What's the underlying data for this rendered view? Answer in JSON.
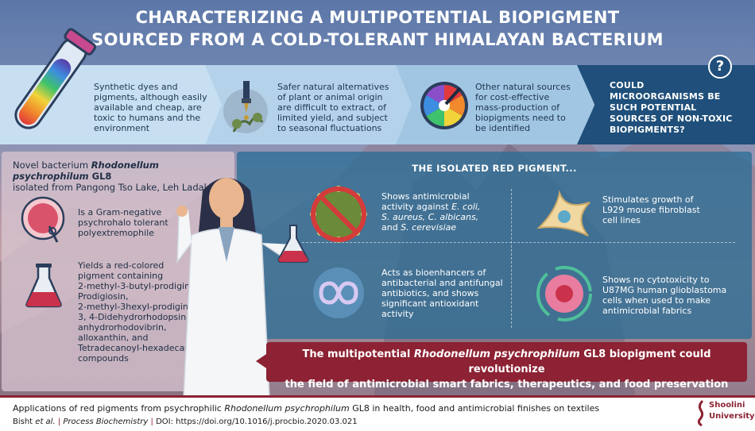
{
  "title": {
    "line1": "CHARACTERIZING A MULTIPOTENTIAL BIOPIGMENT",
    "line2": "SOURCED FROM A COLD-TOLERANT HIMALAYAN BACTERIUM"
  },
  "ribbon": {
    "item1": [
      "Synthetic dyes and",
      "pigments, although easily",
      "available and cheap, are",
      "toxic to humans and the",
      "environment"
    ],
    "item2": [
      "Safer natural alternatives",
      "of plant or animal origin",
      "are difficult to extract, of",
      "limited yield, and subject",
      "to seasonal fluctuations"
    ],
    "item3": [
      "Other natural sources",
      "for cost-effective",
      "mass-production of",
      "biopigments need to",
      "be identified"
    ],
    "question": [
      "COULD",
      "MICROORGANISMS BE",
      "SUCH POTENTIAL",
      "SOURCES OF NON-TOXIC",
      "BIOPIGMENTS?"
    ],
    "badge": "?"
  },
  "left": {
    "head_pre": "Novel bacterium ",
    "head_em": "Rhodonellum psychrophilum",
    "head_post": " GL8",
    "head_line2": "isolated from Pangong Tso Lake, Leh Ladakh",
    "item1": [
      "Is a Gram-negative",
      "psychrohalo tolerant",
      "polyextremophile"
    ],
    "item2": [
      "Yields a red-colored",
      "pigment containing",
      "2-methyl-3-butyl-prodigine,",
      "Prodigiosin,",
      "2-methyl-3hexyl-prodigine,",
      "3, 4-Didehydrorhodopsin,",
      "anhydrorhodovibrin,",
      "alloxanthin, and",
      "Tetradecanoyl-hexadecanoyl",
      "compounds"
    ]
  },
  "right": {
    "heading": "THE ISOLATED RED PIGMENT...",
    "c1_l1": "Shows antimicrobial",
    "c1_l2": "activity against ",
    "c1_l2em": "E. coli,",
    "c1_l3em": "S. aureus, C. albicans,",
    "c1_l4a": "and ",
    "c1_l4em": "S. cerevisiae",
    "c2": [
      "Stimulates growth of",
      "L929 mouse fibroblast",
      "cell lines"
    ],
    "c3": [
      "Acts as bioenhancers of",
      "antibacterial and antifungal",
      "antibiotics, and shows",
      "significant antioxidant",
      "activity"
    ],
    "c4": [
      "Shows no cytotoxicity to",
      "U87MG human glioblastoma",
      "cells when used to make",
      "antimicrobial fabrics"
    ]
  },
  "conclusion": {
    "pre": "The multipotential ",
    "em": "Rhodonellum psychrophilum",
    "post": " GL8 biopigment could revolutionize",
    "line2": "the field of antimicrobial smart fabrics, therapeutics, and food preservation"
  },
  "footer": {
    "line1_pre": "Applications of red pigments from psychrophilic ",
    "line1_em": "Rhodonellum psychrophilum",
    "line1_post": " GL8 in health, food and antimicrobial finishes on textiles",
    "author": "Bisht ",
    "etal": "et al.",
    "sep": "|",
    "journal": "Process Biochemistry",
    "doi": "DOI:  https://doi.org/10.1016/j.procbio.2020.03.021"
  },
  "logo": {
    "line1": "Shoolini",
    "line2": "University"
  },
  "colors": {
    "accent_red": "#8c2233",
    "navy": "#1f4f7a",
    "teal_panel": "#2c6e96"
  }
}
